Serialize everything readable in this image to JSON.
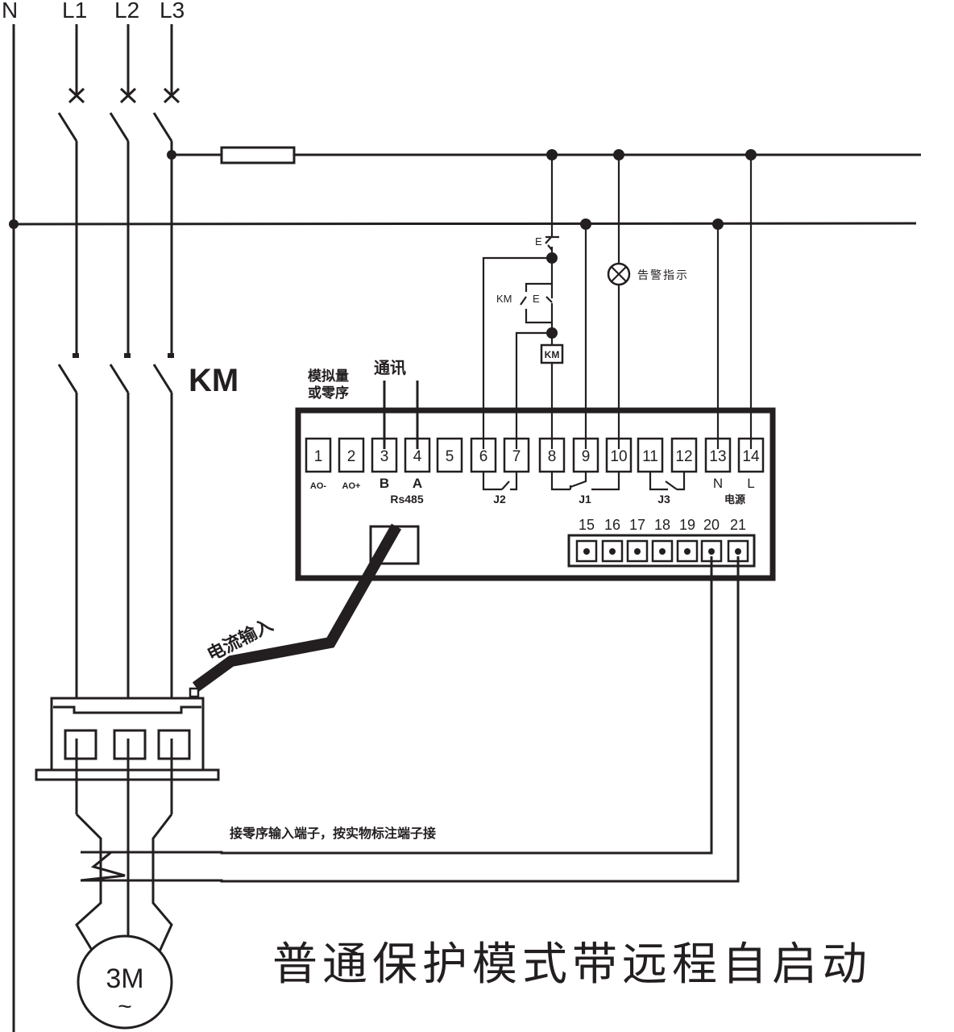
{
  "title": "普通保护模式带远程自启动",
  "bus_labels": {
    "n": "N",
    "l1": "L1",
    "l2": "L2",
    "l3": "L3"
  },
  "contactor_label": "KM",
  "control_circuit": {
    "stop_button_label": "E",
    "hold_contact_label": "KM",
    "start_button_label": "E",
    "coil_label": "KM",
    "alarm_lamp_label": "告警指示"
  },
  "annotations": {
    "analog_label_line1": "模拟量",
    "analog_label_line2": "或零序",
    "comm_label": "通讯",
    "current_input_label": "电流输入",
    "zero_seq_note": "接零序输入端子，按实物标注端子接"
  },
  "terminals_top": [
    {
      "num": "1",
      "sub": "AO-"
    },
    {
      "num": "2",
      "sub": "AO+"
    },
    {
      "num": "3",
      "sub": "B"
    },
    {
      "num": "4",
      "sub": "A"
    },
    {
      "num": "5",
      "sub": ""
    },
    {
      "num": "6",
      "sub": ""
    },
    {
      "num": "7",
      "sub": ""
    },
    {
      "num": "8",
      "sub": ""
    },
    {
      "num": "9",
      "sub": ""
    },
    {
      "num": "10",
      "sub": ""
    },
    {
      "num": "11",
      "sub": ""
    },
    {
      "num": "12",
      "sub": ""
    },
    {
      "num": "13",
      "sub": "N"
    },
    {
      "num": "14",
      "sub": "L"
    }
  ],
  "group_labels": {
    "rs485": "Rs485",
    "j2": "J2",
    "j1": "J1",
    "j3": "J3",
    "power": "电源"
  },
  "terminals_bottom": [
    "15",
    "16",
    "17",
    "18",
    "19",
    "20",
    "21"
  ],
  "motor_label": "3M",
  "motor_symbol": "~"
}
